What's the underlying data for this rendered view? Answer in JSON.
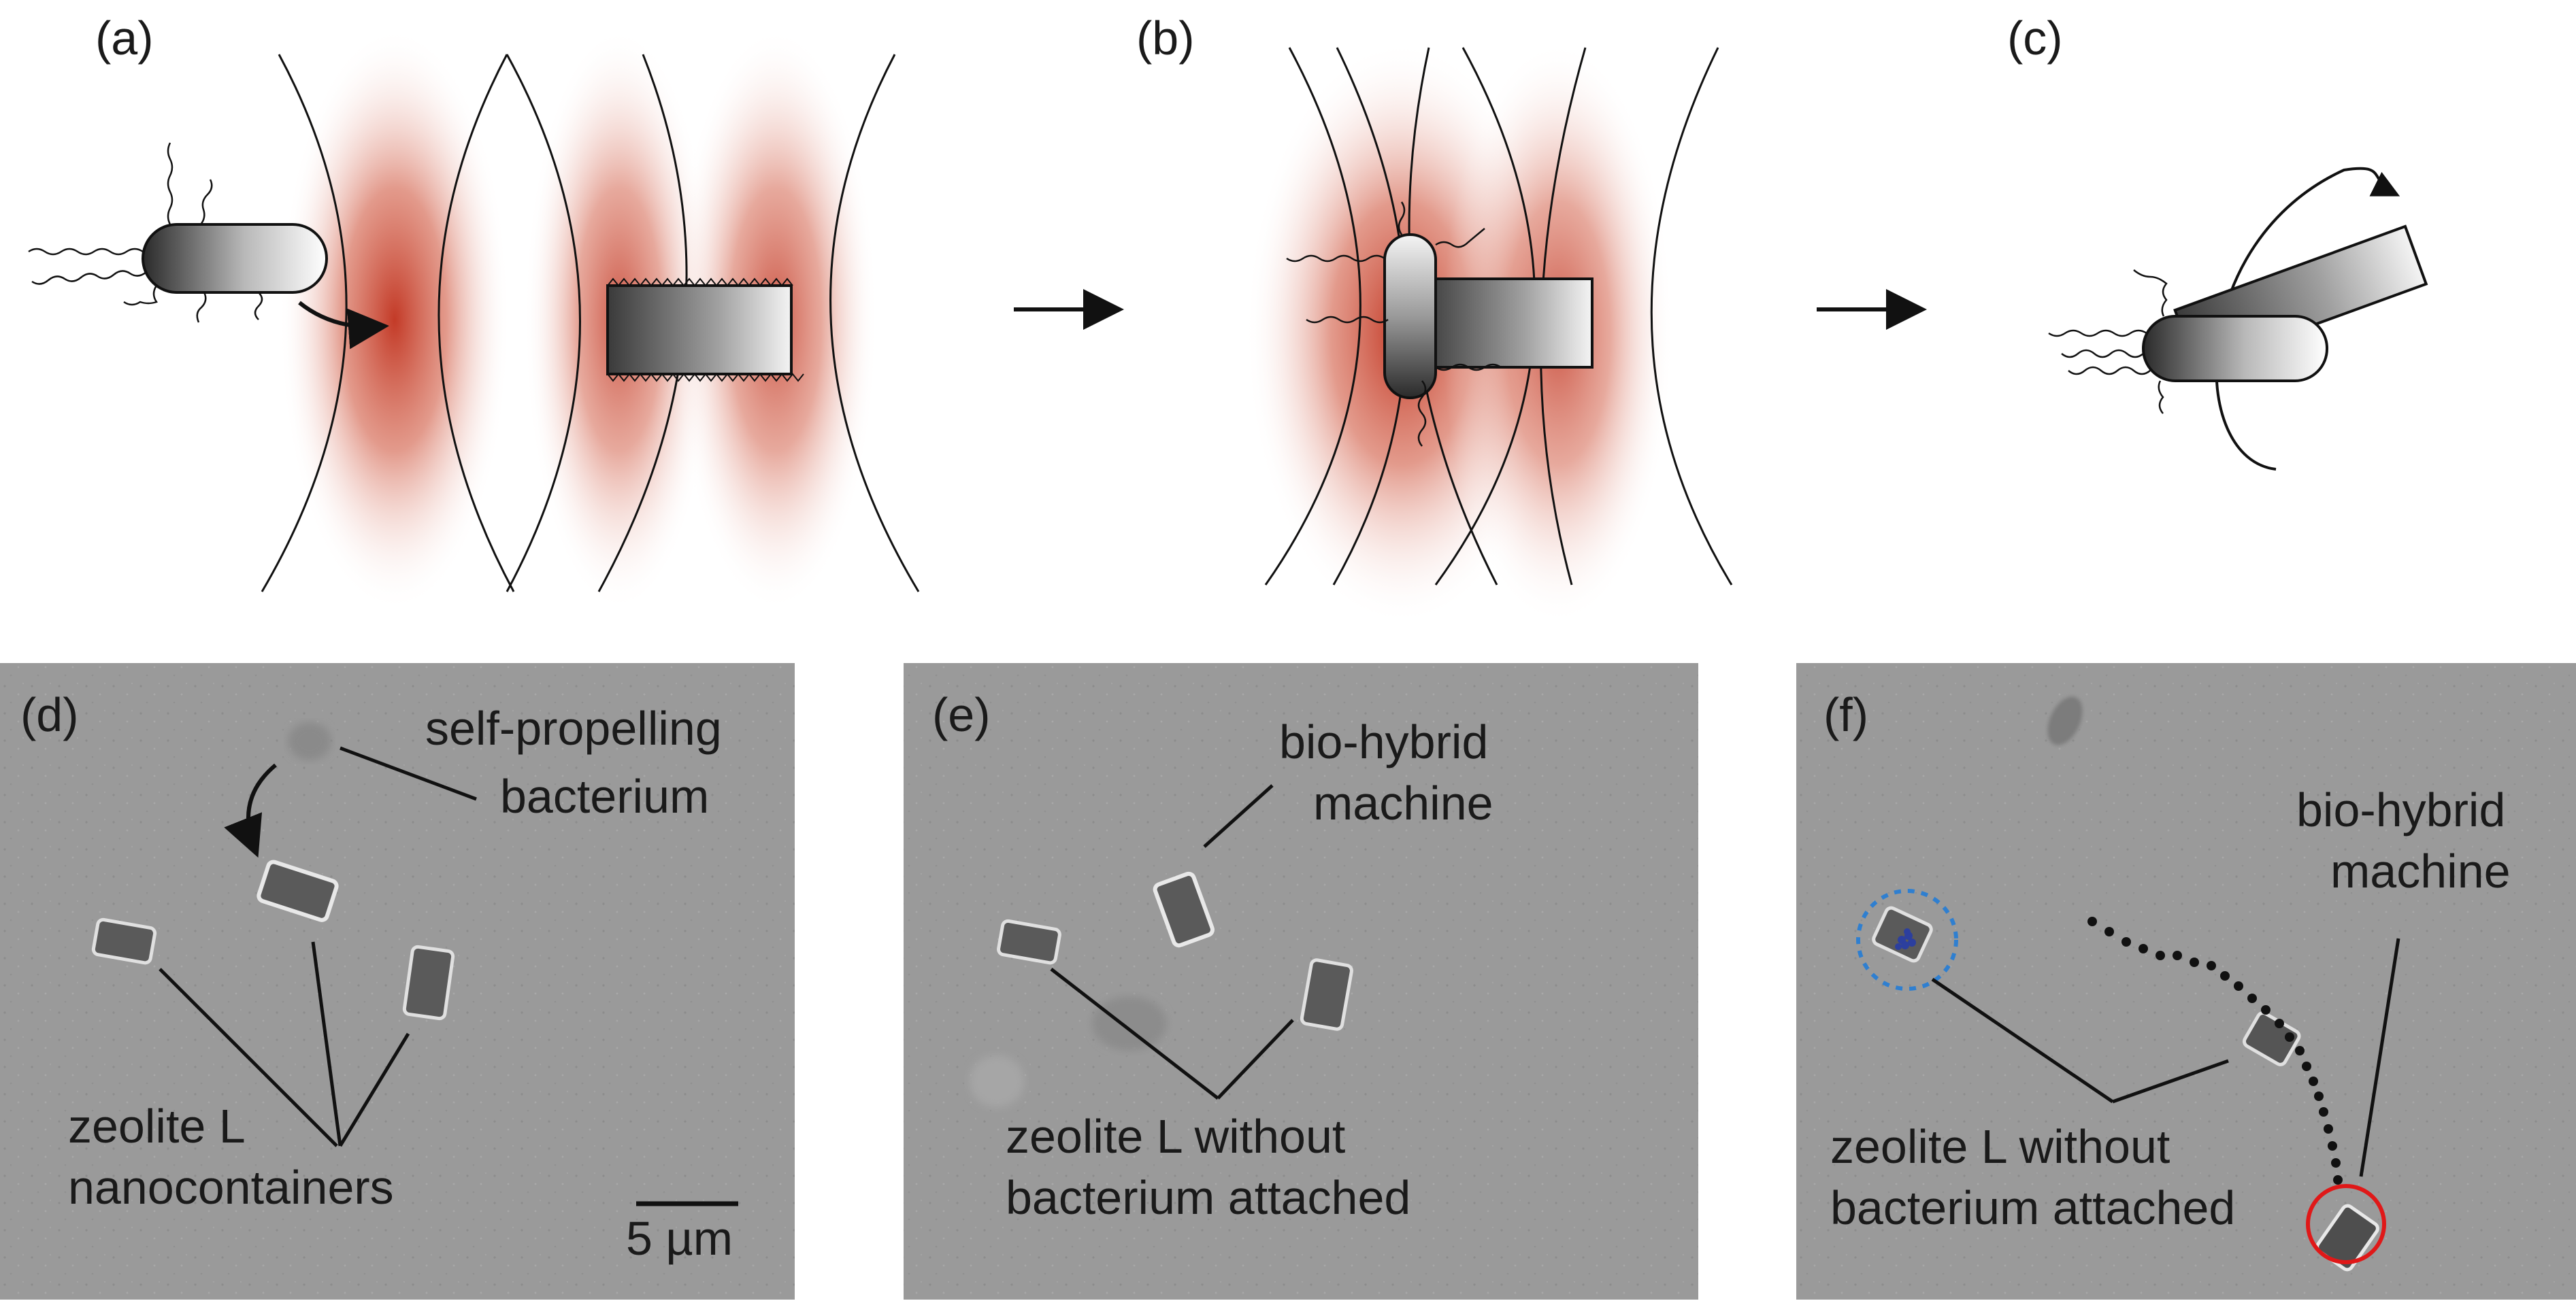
{
  "figure": {
    "panels": {
      "a": {
        "label": "(a)"
      },
      "b": {
        "label": "(b)"
      },
      "c": {
        "label": "(c)"
      },
      "d": {
        "label": "(d)",
        "annotations": {
          "bacterium_line1": "self-propelling",
          "bacterium_line2": "bacterium",
          "zeolite_line1": "zeolite L",
          "zeolite_line2": "nanocontainers"
        },
        "scale_bar": "5 µm"
      },
      "e": {
        "label": "(e)",
        "annotations": {
          "machine_line1": "bio-hybrid",
          "machine_line2": "machine",
          "zeolite_line1": "zeolite L without",
          "zeolite_line2": "bacterium attached"
        }
      },
      "f": {
        "label": "(f)",
        "annotations": {
          "machine_line1": "bio-hybrid",
          "machine_line2": "machine",
          "zeolite_line1": "zeolite L without",
          "zeolite_line2": "bacterium attached"
        }
      }
    },
    "colors": {
      "laser_red": "#c0301c",
      "micrograph_gray": "#9c9c9c",
      "trajectory_dots": "#111111",
      "tracked_marker": "#2c3f9e",
      "dotted_circle": "#2f7fd0",
      "machine_circle": "#e01818"
    },
    "icons": [
      "bacterium-icon",
      "zeolite-crystal-icon",
      "laser-beam-icon",
      "arrow-icon",
      "rotation-arrow-icon"
    ]
  }
}
